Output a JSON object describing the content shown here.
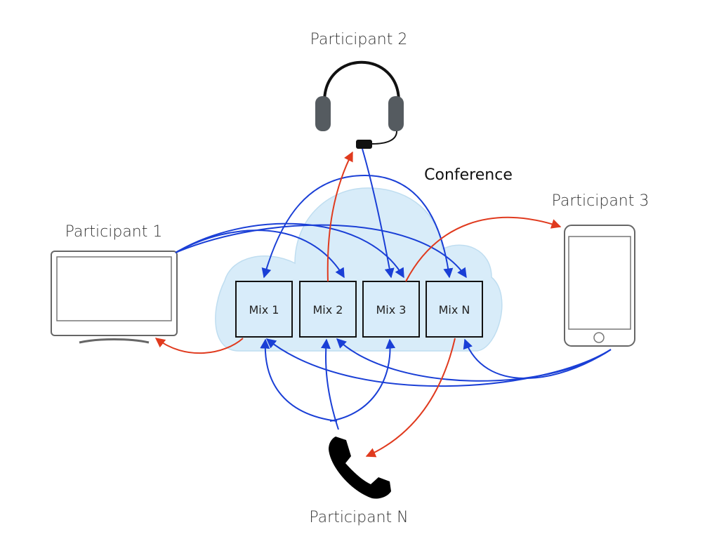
{
  "participants": {
    "p1": {
      "label": "Participant 1",
      "icon": "monitor-icon"
    },
    "p2": {
      "label": "Participant 2",
      "icon": "headset-icon"
    },
    "p3": {
      "label": "Participant 3",
      "icon": "phone-mobile-icon"
    },
    "pn": {
      "label": "Participant N",
      "icon": "telephone-handset-icon"
    }
  },
  "conference": {
    "label": "Conference",
    "icon": "cloud-icon"
  },
  "mixes": [
    {
      "label": "Mix 1"
    },
    {
      "label": "Mix 2"
    },
    {
      "label": "Mix 3"
    },
    {
      "label": "Mix N"
    }
  ],
  "colors": {
    "inbound": "#1a3fd6",
    "outbound": "#e03a1e",
    "cloud_fill": "#d6ecf9",
    "mix_fill": "#d8ecfa"
  }
}
